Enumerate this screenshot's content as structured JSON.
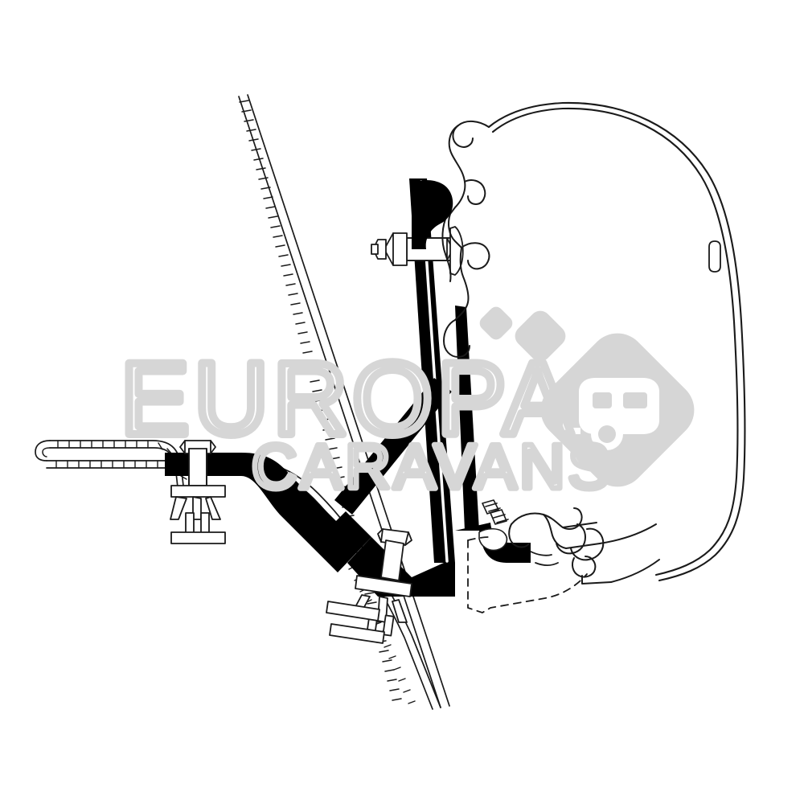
{
  "document": {
    "type": "technical-line-drawing",
    "subject": "Caravan awning roof-mount bracket adapter cross-section",
    "background_color": "#ffffff",
    "line_color": "#1a1a1a",
    "fill_color": "#000000"
  },
  "watermark": {
    "primary_text": "EUROPA",
    "secondary_text": "CARAVANS",
    "color": "#d6d6d6",
    "logo_name": "caravan-logo",
    "logo_description": "rounded diamond containing caravan silhouette with two trailing small diamonds"
  },
  "drawing": {
    "parts": [
      {
        "name": "vehicle-body-profile",
        "label": "Vehicle body outline",
        "style": "double thin line"
      },
      {
        "name": "roof-panel-section",
        "label": "Roof panel section",
        "style": "hatched"
      },
      {
        "name": "bracket-vertical-arm",
        "label": "Vertical bracket arm",
        "style": "solid black"
      },
      {
        "name": "bracket-diagonal-brace",
        "label": "Diagonal brace",
        "style": "solid black"
      },
      {
        "name": "bracket-horizontal-arm",
        "label": "Horizontal bracket arm",
        "style": "solid black"
      },
      {
        "name": "upper-hex-bolt",
        "label": "Upper hex bolt and nut",
        "style": "outline"
      },
      {
        "name": "left-clamp-bolt",
        "label": "Left clamp bolt assembly",
        "style": "outline"
      },
      {
        "name": "lower-clamp-bolt",
        "label": "Lower clamp bolt assembly",
        "style": "outline"
      },
      {
        "name": "rubber-seal-profile",
        "label": "Rubber seal profile",
        "style": "outline"
      },
      {
        "name": "awning-rail-extrusion",
        "label": "Awning rail extrusion",
        "style": "outline"
      },
      {
        "name": "hidden-outline",
        "label": "Hidden edge",
        "style": "dashed"
      }
    ]
  }
}
